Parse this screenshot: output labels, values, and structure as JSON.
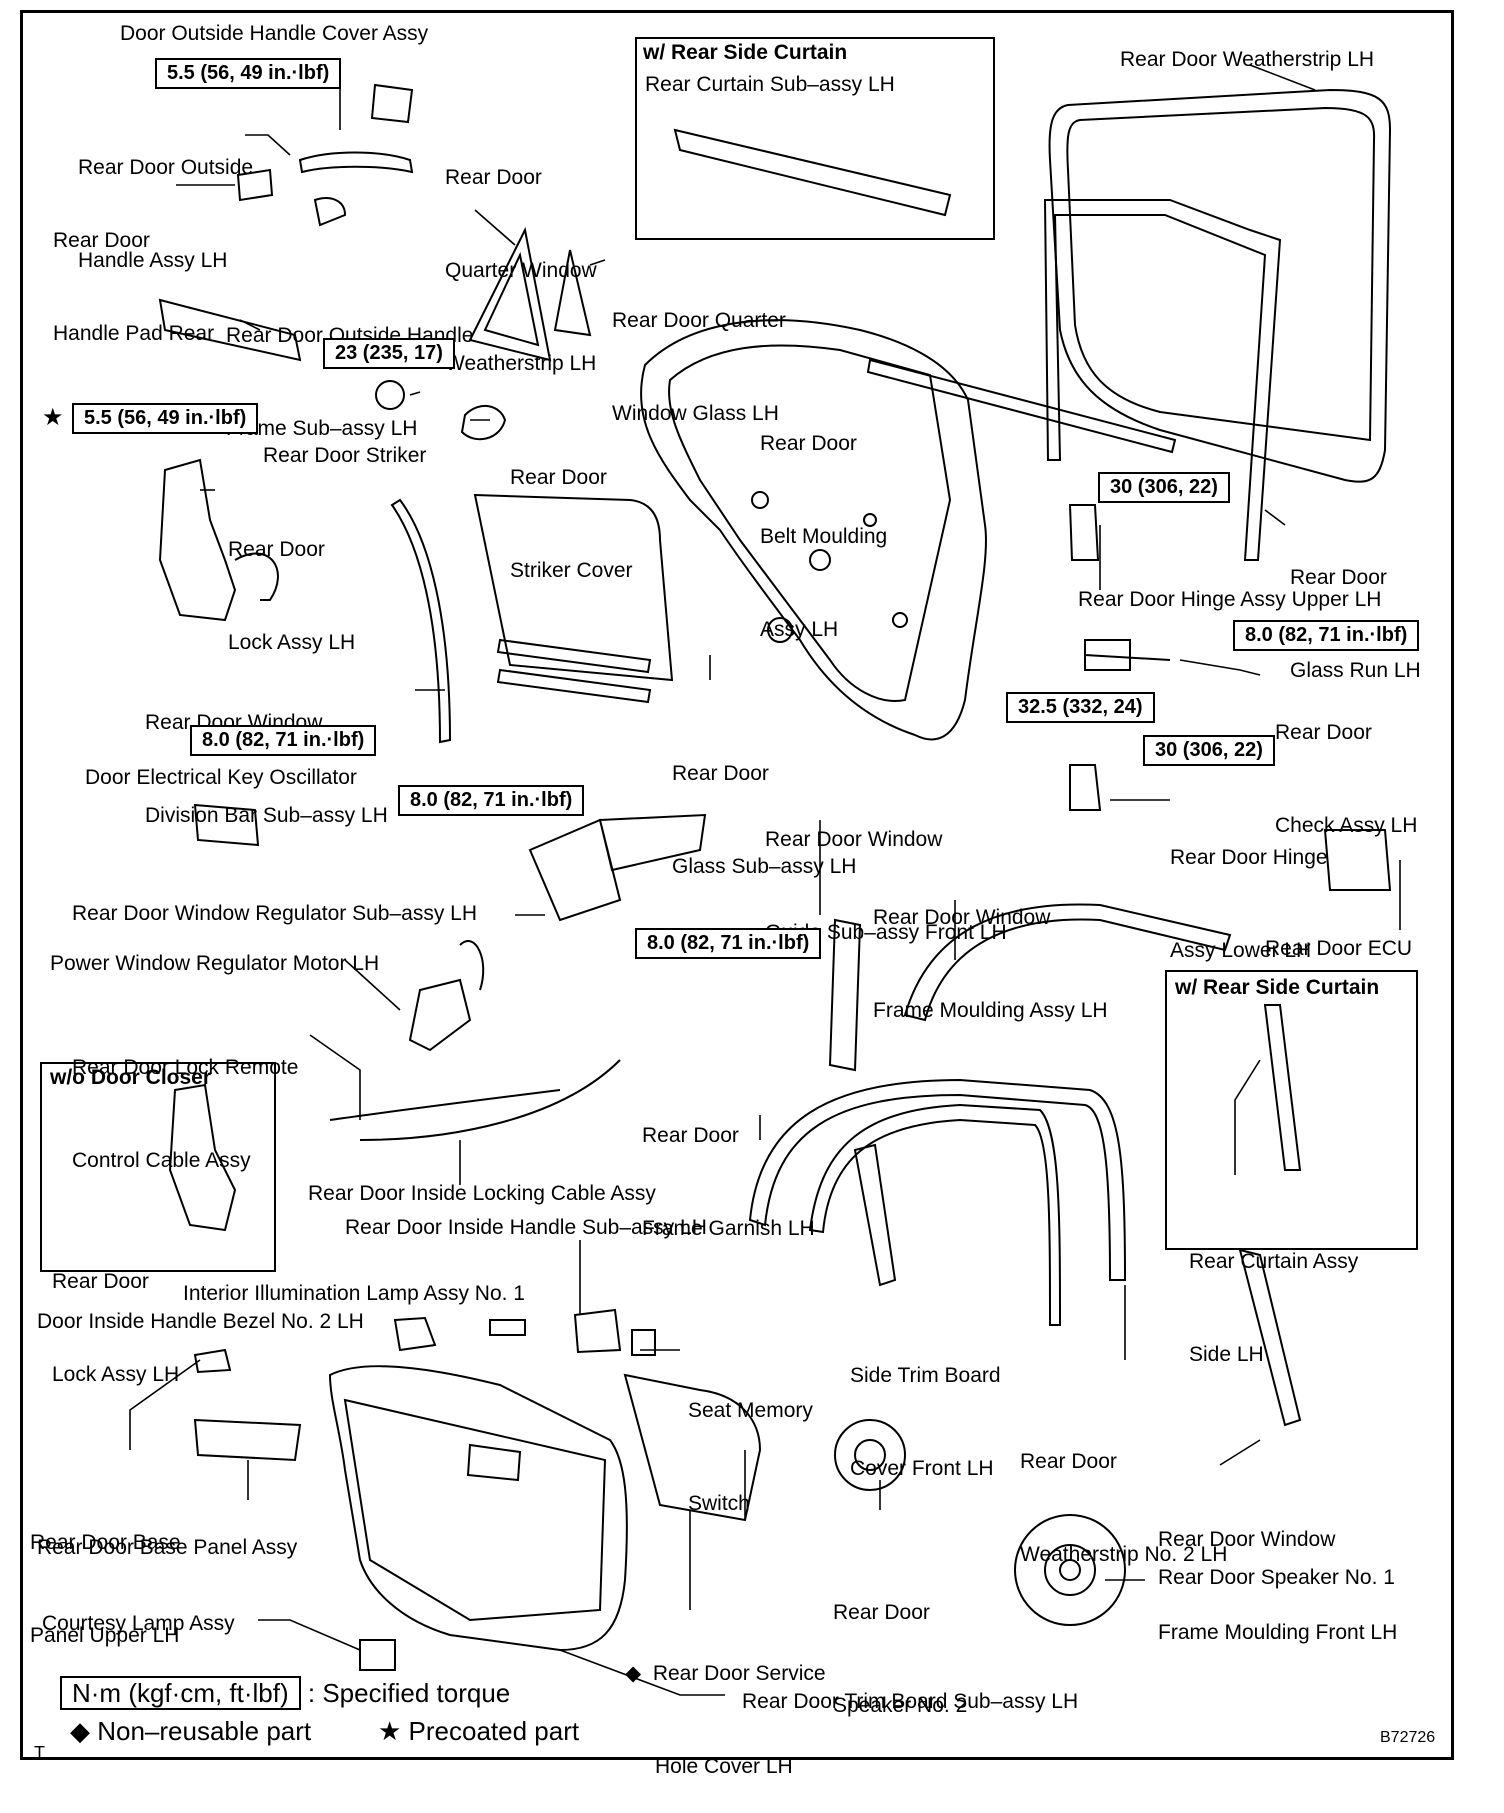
{
  "labels": {
    "door_outside_handle_cover": "Door Outside Handle Cover Assy",
    "rear_door_outside_handle": [
      "Rear Door Outside",
      "Handle Assy LH"
    ],
    "rear_door_handle_pad": [
      "Rear Door",
      "Handle Pad Rear"
    ],
    "quarter_window_weatherstrip": [
      "Rear Door",
      "Quarter Window",
      "Weatherstrip LH"
    ],
    "quarter_window_glass": [
      "Rear Door Quarter",
      "Window Glass LH"
    ],
    "outside_handle_frame": [
      "Rear Door Outside Handle",
      "Frame Sub–assy LH"
    ],
    "rear_door_striker": "Rear Door Striker",
    "rear_door_striker_cover": [
      "Rear Door",
      "Striker Cover"
    ],
    "rear_door_lock_assy": [
      "Rear Door",
      "Lock Assy LH"
    ],
    "belt_moulding": [
      "Rear Door",
      "Belt Moulding",
      "Assy LH"
    ],
    "rear_door_weatherstrip": "Rear Door Weatherstrip LH",
    "rear_door_glass_run": [
      "Rear Door",
      "Glass Run LH"
    ],
    "hinge_upper": "Rear Door Hinge Assy Upper LH",
    "check_assy": [
      "Rear Door",
      "Check Assy LH"
    ],
    "hinge_lower": [
      "Rear Door Hinge",
      "Assy Lower LH"
    ],
    "division_bar": [
      "Rear Door Window",
      "Division Bar Sub–assy LH"
    ],
    "glass_sub_assy": [
      "Rear Door",
      "Glass Sub–assy LH"
    ],
    "key_oscillator": "Door Electrical Key Oscillator",
    "window_guide_front": [
      "Rear Door Window",
      "Guide Sub–assy Front LH"
    ],
    "frame_moulding_assy": [
      "Rear Door Window",
      "Frame Moulding Assy LH"
    ],
    "rear_door_ecu": "Rear Door ECU",
    "window_regulator": "Rear Door Window Regulator Sub–assy LH",
    "regulator_motor": "Power Window Regulator Motor LH",
    "lock_remote_cable": [
      "Rear Door Lock Remote",
      "Control Cable Assy"
    ],
    "frame_garnish": [
      "Rear Door",
      "Frame Garnish LH"
    ],
    "inside_locking_cable": "Rear Door Inside Locking Cable Assy",
    "inside_handle": "Rear Door Inside Handle Sub–assy LH",
    "illumination_lamp": "Interior Illumination Lamp Assy No. 1",
    "handle_bezel": "Door Inside Handle Bezel No. 2 LH",
    "side_trim_cover": [
      "Side Trim Board",
      "Cover Front LH"
    ],
    "seat_memory_switch": [
      "Seat Memory",
      "Switch"
    ],
    "weatherstrip_no2": [
      "Rear Door",
      "Weatherstrip No. 2 LH"
    ],
    "frame_moulding_front": [
      "Rear Door Window",
      "Frame Moulding Front LH"
    ],
    "base_panel_upper": [
      "Rear Door Base",
      "Panel Upper LH"
    ],
    "base_panel_assy": "Rear Door Base Panel Assy",
    "speaker_no2": [
      "Rear Door",
      "Speaker No. 2"
    ],
    "speaker_no1": "Rear Door Speaker No. 1",
    "courtesy_lamp": "Courtesy Lamp Assy",
    "service_hole_cover": [
      "Rear Door Service",
      "Hole Cover LH"
    ],
    "trim_board": "Rear Door Trim Board Sub–assy LH"
  },
  "torques": {
    "handle": "5.5 (56, 49 in.·lbf)",
    "striker": "23 (235, 17)",
    "lock": "5.5 (56, 49 in.·lbf)",
    "hinge_upper": "30 (306, 22)",
    "check": "8.0 (82, 71 in.·lbf)",
    "hinge_body": "32.5 (332, 24)",
    "hinge_lower": "30 (306, 22)",
    "division_bar": "8.0 (82, 71 in.·lbf)",
    "regulator": "8.0 (82, 71 in.·lbf)",
    "guide": "8.0 (82, 71 in.·lbf)"
  },
  "boxes": {
    "curtain_top": {
      "title": "w/ Rear Side Curtain",
      "label": "Rear Curtain Sub–assy LH"
    },
    "curtain_side": {
      "title": "w/ Rear Side Curtain",
      "label": [
        "Rear Curtain Assy",
        "Side LH"
      ]
    },
    "no_closer": {
      "title": "w/o Door Closer",
      "label": [
        "Rear Door",
        "Lock Assy LH"
      ]
    }
  },
  "legend": {
    "unit_box": "N·m (kgf·cm, ft·lbf)",
    "unit_text": ": Specified torque",
    "nonreusable_symbol": "◆",
    "nonreusable": "Non–reusable part",
    "precoated_symbol": "★",
    "precoated": "Precoated part"
  },
  "markers": {
    "star": "★",
    "diamond": "◆"
  },
  "corner": {
    "left": "T",
    "code": "B72726"
  }
}
